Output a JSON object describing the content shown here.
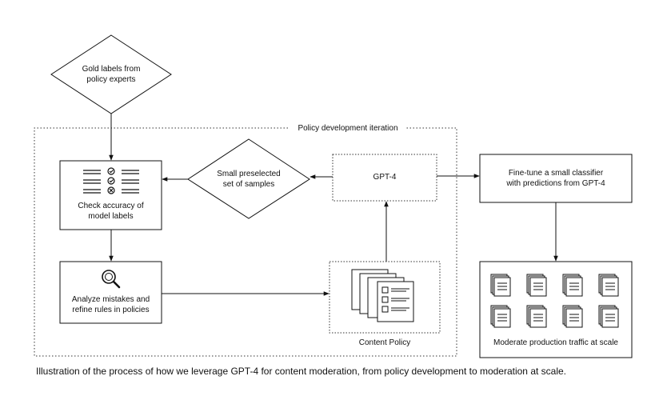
{
  "nodes": {
    "gold_labels": {
      "line1": "Gold labels from",
      "line2": "policy experts"
    },
    "policy_iteration": {
      "label": "Policy development iteration"
    },
    "small_samples": {
      "line1": "Small preselected",
      "line2": "set of samples"
    },
    "gpt4": {
      "label": "GPT-4"
    },
    "fine_tune": {
      "line1": "Fine-tune a small classifier",
      "line2": "with predictions from GPT-4"
    },
    "check_accuracy": {
      "line1": "Check accuracy of",
      "line2": "model labels",
      "icon": "checklist-icon"
    },
    "analyze": {
      "line1": "Analyze mistakes and",
      "line2": "refine rules in policies",
      "icon": "magnifier-icon"
    },
    "content_policy": {
      "label": "Content Policy",
      "icon": "policy-documents-icon"
    },
    "moderate": {
      "label": "Moderate production traffic at scale",
      "icon": "document-stack-icon"
    }
  },
  "caption": "Illustration of the process of how we leverage GPT-4 for content moderation, from policy development to moderation at scale."
}
